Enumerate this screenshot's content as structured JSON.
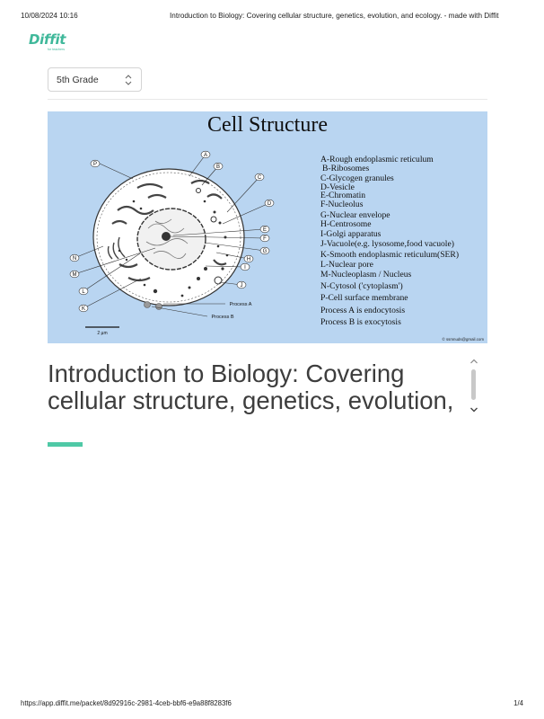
{
  "print_header": {
    "date": "10/08/2024 10:16",
    "title": "Introduction to Biology: Covering cellular structure, genetics, evolution, and ecology. - made with Diffit"
  },
  "logo": {
    "word": "Diffit",
    "sub": "for teachers"
  },
  "grade_select": {
    "value": "5th Grade",
    "icon": "chevron-up-down-icon"
  },
  "figure": {
    "title": "Cell Structure",
    "legend": [
      "A-Rough endoplasmic reticulum",
      "B-Ribosomes",
      "C-Glycogen granules",
      "D-Vesicle",
      "E-Chromatin",
      "F-Nucleolus",
      "G-Nuclear envelope",
      "H-Centrosome",
      "I-Golgi apparatus",
      "J-Vacuole(e.g. lysosome,food vacuole)",
      "K-Smooth endoplasmic reticulum(SER)",
      "L-Nuclear pore",
      "M-Nucleoplasm / Nucleus",
      "N-Cytosol ('cytoplasm')",
      "P-Cell surface membrane",
      "Process A is endocytosis",
      "Process B is exocytosis"
    ],
    "markers": [
      "A",
      "B",
      "C",
      "D",
      "E",
      "F",
      "G",
      "H",
      "I",
      "J",
      "K",
      "L",
      "M",
      "N",
      "P"
    ],
    "process_a": "Process A",
    "process_b": "Process B",
    "scale": "2 µm",
    "credit": "© ssmnuds@gmail.com"
  },
  "article": {
    "title": "Introduction to Biology: Covering cellular structure, genetics, evolution, and ecology."
  },
  "colors": {
    "brand": "#3fb89a",
    "accent_bar": "#4fc9a6",
    "figure_bg": "#b9d5f1"
  },
  "print_footer": {
    "url": "https://app.diffit.me/packet/8d92916c-2981-4ceb-bbf6-e9a88f8283f6",
    "page": "1/4"
  }
}
